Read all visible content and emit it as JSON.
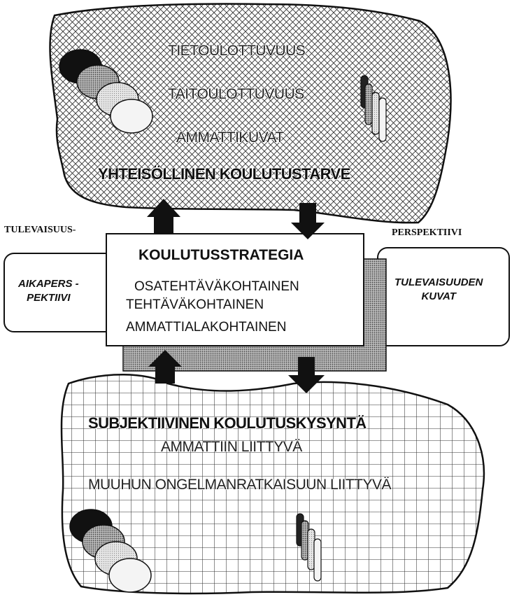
{
  "top_cloud": {
    "lines": [
      "TIETOULOTTUVUUS",
      "TAITOULOTTUVUUS",
      "AMMATTIKUVAT"
    ],
    "heading": "YHTEISÖLLINEN KOULUTUSTARVE"
  },
  "left_label": "TULEVAISUUS-",
  "right_label": "PERSPEKTIIVI",
  "left_box": {
    "text": "AIKAPERS -\nPEKTIIVI"
  },
  "right_box": {
    "text": "TULEVAISUUDEN\nKUVAT"
  },
  "strategy": {
    "title": "KOULUTUSSTRATEGIA",
    "items": [
      "OSATEHTÄVÄKOHTAINEN",
      "TEHTÄVÄKOHTAINEN",
      "AMMATTIALAKOHTAINEN"
    ]
  },
  "bottom_cloud": {
    "heading": "SUBJEKTIIVINEN KOULUTUSKYSYNTÄ",
    "lines": [
      "AMMATTIIN LIITTYVÄ",
      "MUUHUN ONGELMANRATKAISUUN LIITTYVÄ"
    ]
  },
  "colors": {
    "ink": "#111111",
    "shadow": "#777777",
    "paper": "#ffffff"
  }
}
